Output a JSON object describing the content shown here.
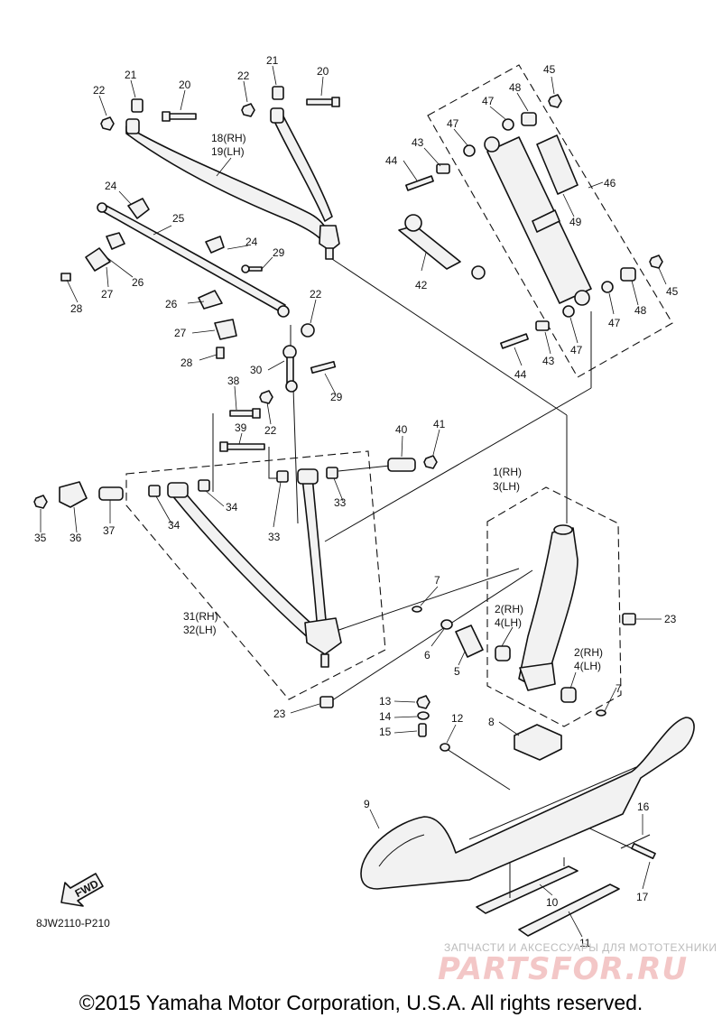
{
  "callouts": {
    "c1": "1(RH)",
    "c3": "3(LH)",
    "c2a": "2(RH)",
    "c4a": "4(LH)",
    "c2b": "2(RH)",
    "c4b": "4(LH)",
    "c5": "5",
    "c6": "6",
    "c7a": "7",
    "c7b": "7",
    "c8": "8",
    "c9": "9",
    "c10": "10",
    "c11": "11",
    "c12": "12",
    "c13": "13",
    "c14": "14",
    "c15": "15",
    "c16": "16",
    "c17": "17",
    "c18": "18(RH)",
    "c19": "19(LH)",
    "c20a": "20",
    "c20b": "20",
    "c21a": "21",
    "c21b": "21",
    "c22a": "22",
    "c22b": "22",
    "c22c": "22",
    "c22d": "22",
    "c23a": "23",
    "c23b": "23",
    "c24a": "24",
    "c24b": "24",
    "c25": "25",
    "c26a": "26",
    "c26b": "26",
    "c27a": "27",
    "c27b": "27",
    "c28a": "28",
    "c28b": "28",
    "c29a": "29",
    "c29b": "29",
    "c30": "30",
    "c31": "31(RH)",
    "c32": "32(LH)",
    "c33a": "33",
    "c33b": "33",
    "c34a": "34",
    "c34b": "34",
    "c35": "35",
    "c36": "36",
    "c37": "37",
    "c38": "38",
    "c39": "39",
    "c40": "40",
    "c41": "41",
    "c42": "42",
    "c43a": "43",
    "c43b": "43",
    "c44a": "44",
    "c44b": "44",
    "c45a": "45",
    "c45b": "45",
    "c46": "46",
    "c47a": "47",
    "c47b": "47",
    "c47c": "47",
    "c47d": "47",
    "c48a": "48",
    "c48b": "48",
    "c49": "49"
  },
  "fwd_label": "FWD",
  "diagram_code": "8JW2110-P210",
  "watermark": {
    "top_text": "ЗАПЧАСТИ И АКСЕССУАРЫ ДЛЯ МОТОТЕХНИКИ",
    "logo_text": "PARTSFOR.RU"
  },
  "copyright": "©2015 Yamaha Motor Corporation, U.S.A. All rights reserved."
}
